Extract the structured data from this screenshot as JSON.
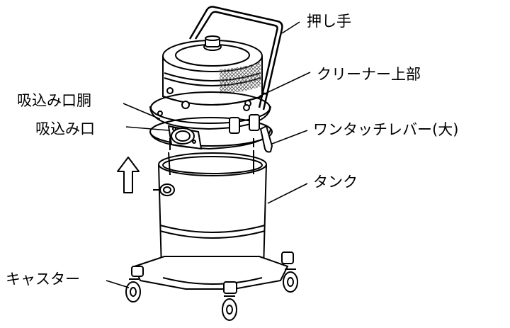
{
  "labels": {
    "push_handle": "押し手",
    "cleaner_upper": "クリーナー上部",
    "intake_body": "吸込み口胴",
    "intake": "吸込み口",
    "one_touch_lever": "ワンタッチレバー(大)",
    "tank": "タンク",
    "caster": "キャスター"
  },
  "colors": {
    "line": "#000000",
    "fill": "#ffffff",
    "mesh": "#555555"
  },
  "icons": {
    "lift_arrow": "up-arrow-icon"
  }
}
